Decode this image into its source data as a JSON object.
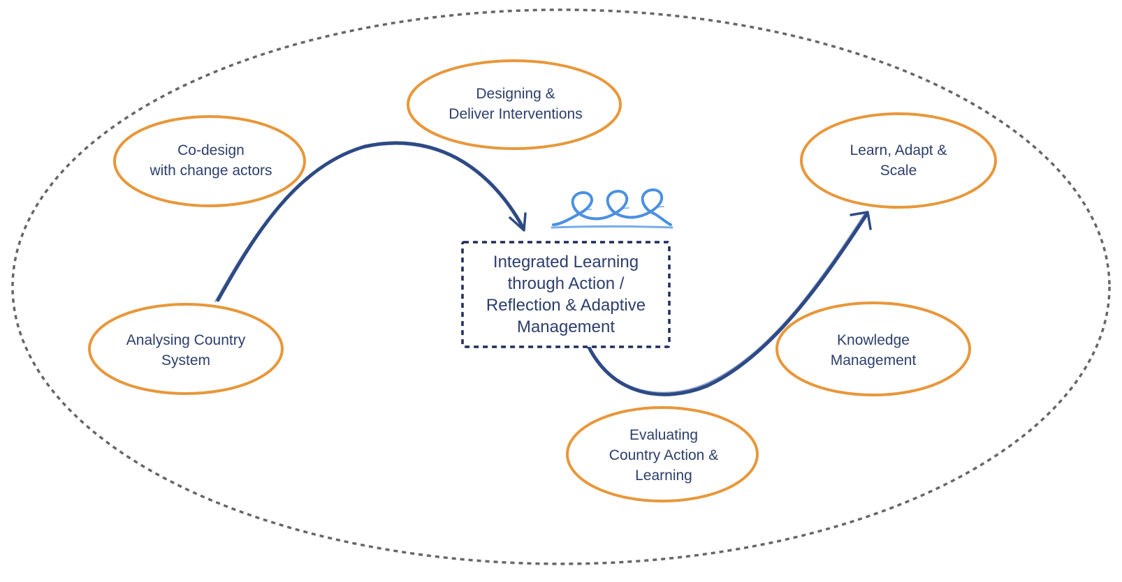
{
  "diagram": {
    "center": {
      "lines": [
        "Integrated Learning",
        "through Action /",
        "Reflection & Adaptive",
        "Management"
      ]
    },
    "nodes": [
      {
        "id": "analysing",
        "lines": [
          "Analysing Country",
          "System"
        ]
      },
      {
        "id": "codesign",
        "lines": [
          "Co-design",
          "with change actors"
        ]
      },
      {
        "id": "designing",
        "lines": [
          "Designing &",
          "Deliver Interventions"
        ]
      },
      {
        "id": "evaluating",
        "lines": [
          "Evaluating",
          "Country Action &",
          "Learning"
        ]
      },
      {
        "id": "knowledge",
        "lines": [
          "Knowledge",
          "Management"
        ]
      },
      {
        "id": "learn",
        "lines": [
          "Learn, Adapt &",
          "Scale"
        ]
      }
    ],
    "colors": {
      "node_outline": "#e8973a",
      "text": "#2c3e6b",
      "arrow": "#2e4a85",
      "loop_icon": "#4a90e2",
      "boundary": "#666666",
      "center_box_border": "#1f2d57"
    },
    "icons": {
      "loop": "loop-icon"
    }
  }
}
